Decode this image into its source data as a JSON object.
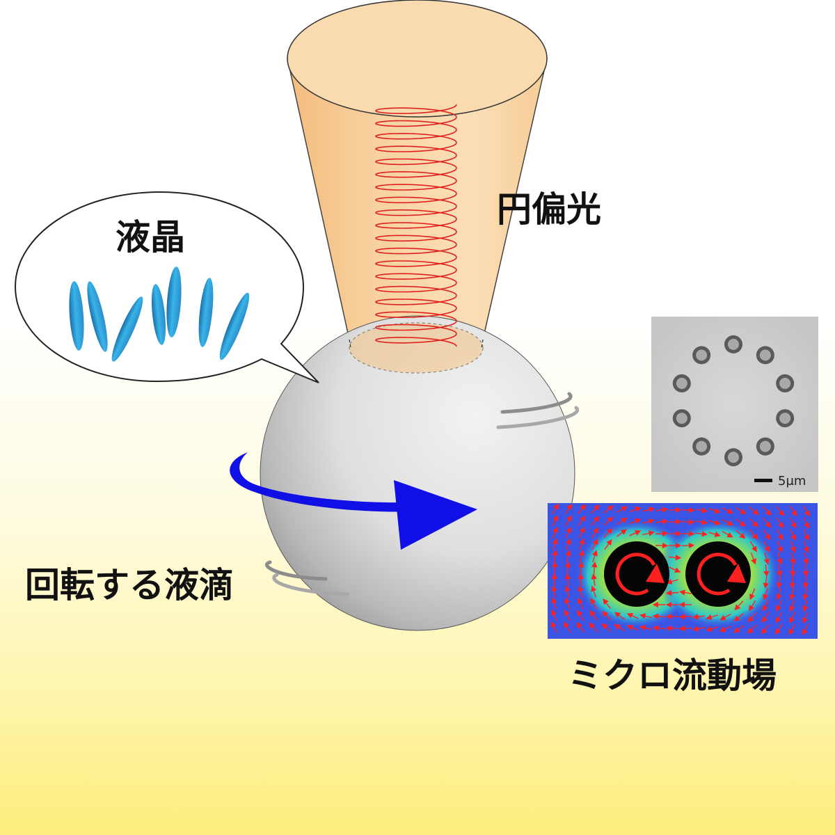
{
  "labels": {
    "circular_polarized_light": "円偏光",
    "liquid_crystal": "液晶",
    "rotating_droplet": "回転する液滴",
    "micro_flow_field": "ミクロ流動場",
    "scale_bar": "5μm"
  },
  "colors": {
    "beam_fill": "#f6c485",
    "helix": "#e0201c",
    "droplet": "#dcdcdc",
    "rotation_arrow": "#1010e6",
    "lc_molecule": "#2ea8e0",
    "flow_background": "#3a55e6",
    "flow_arrow": "#ff2020"
  },
  "icons": {
    "rotation": "circular-arrow-icon"
  }
}
